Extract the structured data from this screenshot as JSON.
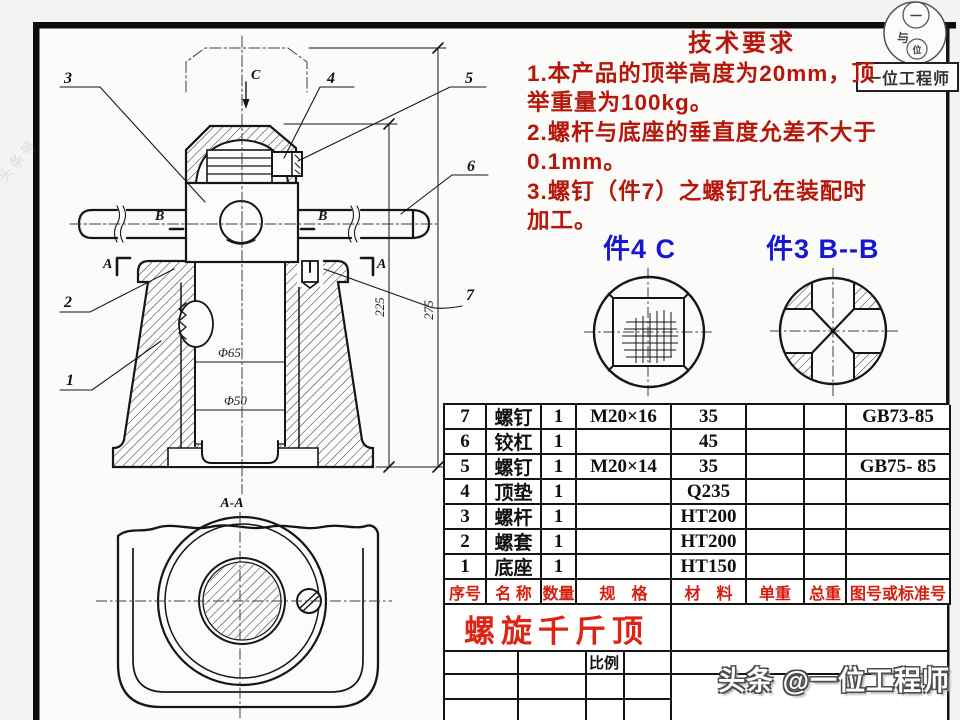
{
  "tech_requirements": {
    "title": "技术要求",
    "lines": [
      "1.本产品的顶举高度为20mm，顶",
      "举重量为100kg。",
      "2.螺杆与底座的垂直度允差不大于",
      "0.1mm。",
      "3.螺钉（件7）之螺钉孔在装配时",
      "加工。"
    ]
  },
  "detail_views": {
    "view1_label": "件4 C",
    "view2_label": "件3 B--B"
  },
  "drawing": {
    "callouts": [
      "1",
      "2",
      "3",
      "4",
      "5",
      "6",
      "7"
    ],
    "letters": {
      "c": "C",
      "b_left": "B",
      "b_right": "B",
      "a_left": "A",
      "a_right": "A",
      "section_aa": "A-A"
    },
    "dims": {
      "d65": "Φ65",
      "d50": "Φ50",
      "v225": "225",
      "v275": "275"
    }
  },
  "parts_table": {
    "headers": [
      "序号",
      "名 称",
      "数量",
      "规　格",
      "材　料",
      "单重",
      "总重",
      "图号或标准号"
    ],
    "rows": [
      [
        "7",
        "螺钉",
        "1",
        "M20×16",
        "35",
        "",
        "",
        "GB73-85"
      ],
      [
        "6",
        "铰杠",
        "1",
        "",
        "45",
        "",
        "",
        ""
      ],
      [
        "5",
        "螺钉",
        "1",
        "M20×14",
        "35",
        "",
        "",
        "GB75- 85"
      ],
      [
        "4",
        "顶垫",
        "1",
        "",
        "Q235",
        "",
        "",
        ""
      ],
      [
        "3",
        "螺杆",
        "1",
        "",
        "HT200",
        "",
        "",
        ""
      ],
      [
        "2",
        "螺套",
        "1",
        "",
        "HT200",
        "",
        "",
        ""
      ],
      [
        "1",
        "底座",
        "1",
        "",
        "HT150",
        "",
        "",
        ""
      ]
    ]
  },
  "title_block": {
    "product_title": "螺旋千斤顶",
    "scale_label": "比例"
  },
  "watermarks": {
    "bottom_right": "头条 @一位工程师",
    "logo_box_text": "一位工程师",
    "logo_circle_chars": [
      "一",
      "与",
      "位"
    ],
    "left_faint": "头条号"
  },
  "colors": {
    "req_red": "#b5170a",
    "header_red": "#d41e10",
    "title_red": "#de2414",
    "view_blue": "#1717cf",
    "line_black": "#141414"
  }
}
